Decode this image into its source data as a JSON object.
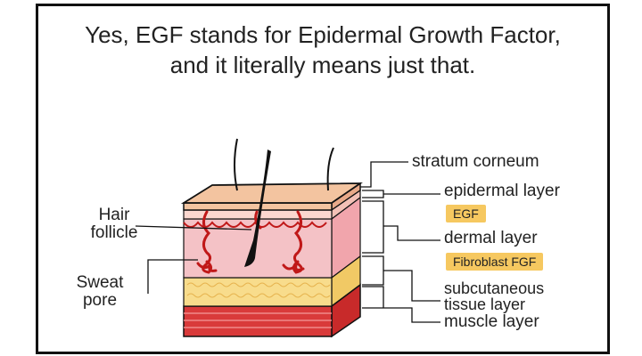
{
  "title": {
    "line1": "Yes, EGF stands for Epidermal Growth Factor,",
    "line2": "and it literally means just that."
  },
  "labels": {
    "stratum_corneum": "stratum corneum",
    "epidermal_layer": "epidermal layer",
    "egf_tag": "EGF",
    "dermal_layer": "dermal layer",
    "fgf_tag": "Fibroblast FGF",
    "subcutaneous_line1": "subcutaneous",
    "subcutaneous_line2": "tissue layer",
    "muscle_layer": "muscle layer",
    "hair_line1": "Hair",
    "hair_line2": "follicle",
    "sweat_line1": "Sweat",
    "sweat_line2": "pore"
  },
  "colors": {
    "stratum": "#f3c4a0",
    "epidermis": "#fbd7cf",
    "dermis": "#f4b7bd",
    "subcutaneous": "#f8dc8c",
    "muscle": "#d93a3a",
    "vessel": "#c01818",
    "tag": "#f6c860",
    "outline": "#111111"
  }
}
